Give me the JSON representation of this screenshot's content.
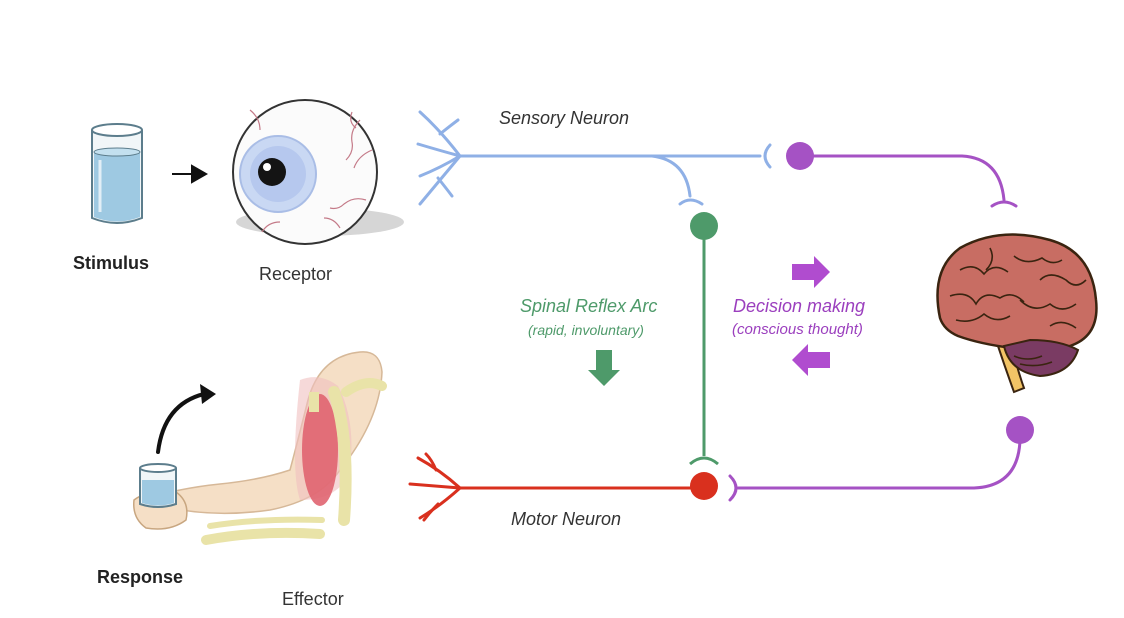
{
  "labels": {
    "stimulus": "Stimulus",
    "receptor": "Receptor",
    "sensory_neuron": "Sensory Neuron",
    "motor_neuron": "Motor Neuron",
    "response": "Response",
    "effector": "Effector"
  },
  "spinal_reflex": {
    "title": "Spinal Reflex Arc",
    "subtitle": "(rapid, involuntary)"
  },
  "decision": {
    "title": "Decision making",
    "subtitle": "(conscious thought)"
  },
  "colors": {
    "sensory": "#8fb0e6",
    "interneuron": "#4e9a6a",
    "motor": "#d9301e",
    "brain_pathway": "#a552c4",
    "arrow": "#111111"
  }
}
